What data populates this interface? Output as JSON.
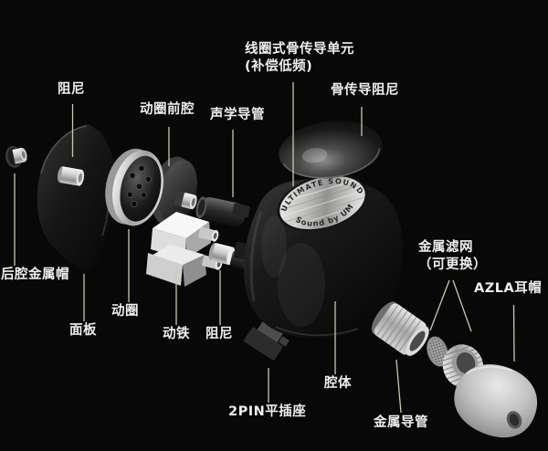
{
  "meta": {
    "description_colors": {
      "background": "#080808",
      "label_text": "#f0efed",
      "leader_line": "#cdc7ab"
    }
  },
  "logo_disc": {
    "arc_top": "ULTIMATE SOUND",
    "arc_bottom": "Sound by UM"
  },
  "labels": {
    "bc_unit_line1": "线圈式骨传导单元",
    "bc_unit_line2": "(补偿低频)",
    "bc_damping": "骨传导阻尼",
    "damping_front": "阻尼",
    "dd_front_cavity": "动圈前腔",
    "acoustic_duct": "声学导管",
    "rear_metal_cap": "后腔金属帽",
    "faceplate": "面板",
    "dynamic_driver": "动圈",
    "balanced_armature": "动铁",
    "damping_mid": "阻尼",
    "two_pin_socket": "2PIN平插座",
    "shell": "腔体",
    "metal_duct": "金属导管",
    "metal_filter_line1": "金属滤网",
    "metal_filter_line2": "（可更换）",
    "azla_ear_tip": "AZLA耳帽"
  }
}
